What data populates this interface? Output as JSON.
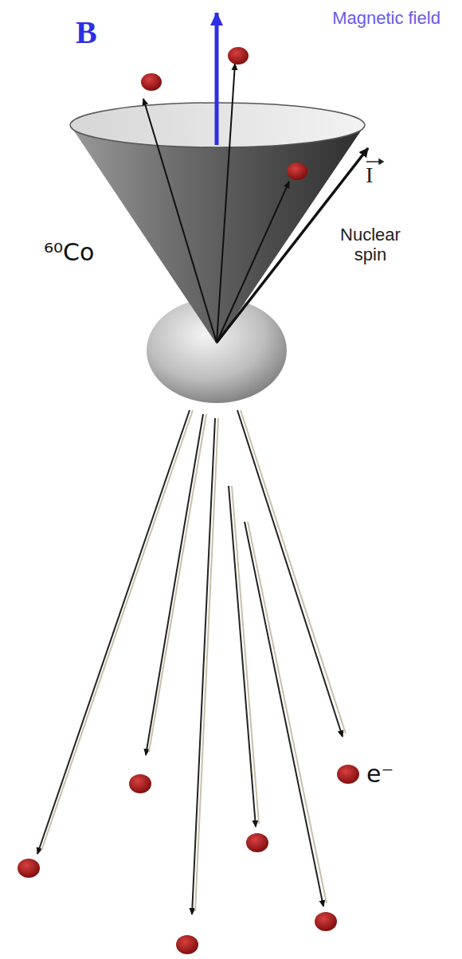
{
  "diagram": {
    "labels": [
      "B",
      "Magnetic field",
      "I",
      "Nuclear spin",
      "⁶⁰Co",
      "e⁻"
    ]
  }
}
